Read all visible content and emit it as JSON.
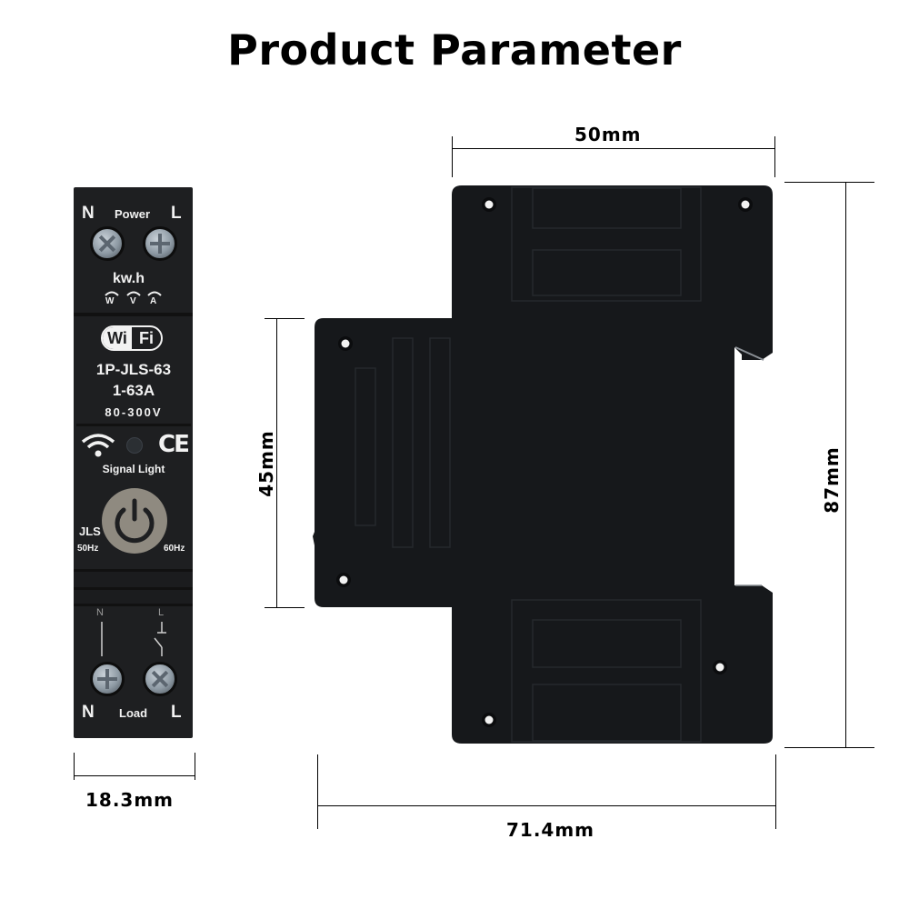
{
  "title": "Product Parameter",
  "device": {
    "top_terminal": {
      "left_label": "N",
      "center_label": "Power",
      "right_label": "L"
    },
    "meter_label": "kw.h",
    "meter_units": [
      "W",
      "V",
      "A"
    ],
    "wifi_badge": {
      "left": "Wi",
      "right": "Fi"
    },
    "model": "1P-JLS-63",
    "current_range": "1-63A",
    "voltage_range": "80-300V",
    "icons": [
      "wifi-signal-icon",
      "signal-led",
      "ce-mark-icon"
    ],
    "ce_mark": "CE",
    "signal_label": "Signal Light",
    "brand": "JLS",
    "freq_left": "50Hz",
    "freq_right": "60Hz",
    "bottom_diagram": {
      "left_line_label": "N",
      "right_line_label": "L"
    },
    "bottom_terminal": {
      "left_label": "N",
      "center_label": "Load",
      "right_label": "L"
    }
  },
  "dimensions": {
    "front_width": "18.3mm",
    "profile_top_width": "50mm",
    "profile_total_width": "71.4mm",
    "profile_left_height": "45mm",
    "profile_total_height": "87mm"
  },
  "colors": {
    "background": "#ffffff",
    "device_body": "#1e1f21",
    "profile_body": "#16181b",
    "text_dark": "#000000",
    "text_light": "#f2f2f2",
    "power_button": "#8f8a80"
  }
}
